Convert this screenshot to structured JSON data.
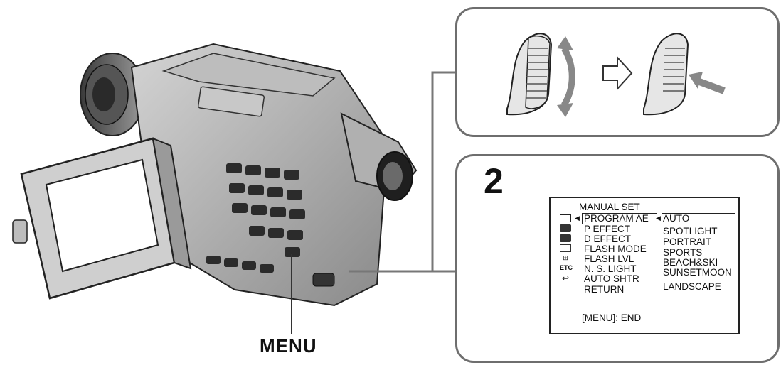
{
  "step_number": "2",
  "callout_label": "MENU",
  "menu_screen": {
    "title": "MANUAL SET",
    "items": [
      "PROGRAM AE",
      "P EFFECT",
      "D EFFECT",
      "FLASH MODE",
      "FLASH LVL",
      "N. S. LIGHT",
      "AUTO SHTR"
    ],
    "return_label": "RETURN",
    "options": [
      "AUTO",
      "SPOTLIGHT",
      "PORTRAIT",
      "SPORTS",
      "BEACH&SKI",
      "SUNSETMOON",
      "LANDSCAPE"
    ],
    "footer": "[MENU]: END",
    "icon_marks": [
      "",
      "",
      "",
      "",
      "",
      "ETC",
      ""
    ],
    "selected_item_index": 0,
    "selected_option_index": 0
  },
  "icons": {
    "dial_turn": "turn-dial-icon",
    "dial_press": "press-dial-icon",
    "step_arrow": "right-arrow-icon"
  }
}
